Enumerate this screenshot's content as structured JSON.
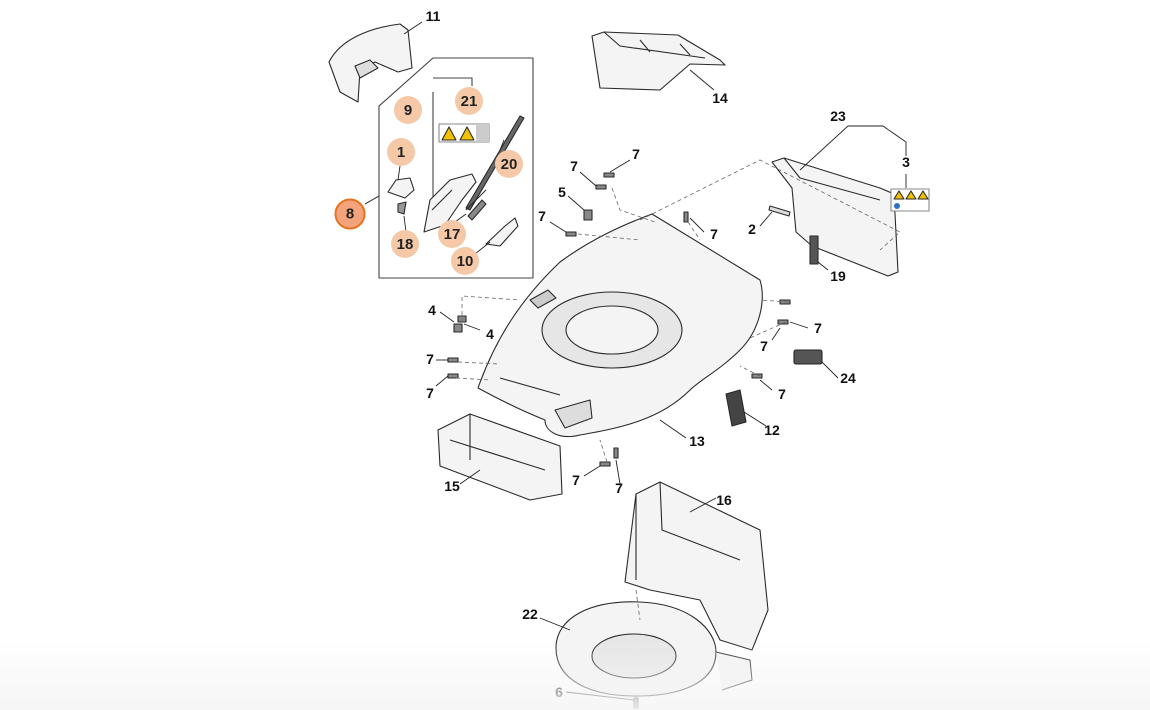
{
  "diagram": {
    "selected_badge": "8",
    "badges": [
      {
        "id": "badge-9",
        "text": "9"
      },
      {
        "id": "badge-21",
        "text": "21"
      },
      {
        "id": "badge-1",
        "text": "1"
      },
      {
        "id": "badge-20",
        "text": "20"
      },
      {
        "id": "badge-8",
        "text": "8"
      },
      {
        "id": "badge-17",
        "text": "17"
      },
      {
        "id": "badge-18",
        "text": "18"
      },
      {
        "id": "badge-10",
        "text": "10"
      }
    ],
    "labels": {
      "p11": "11",
      "p14": "14",
      "p23": "23",
      "p3": "3",
      "p7a": "7",
      "p7b": "7",
      "p5": "5",
      "p7c": "7",
      "p7d": "7",
      "p2": "2",
      "p19": "19",
      "p4a": "4",
      "p4b": "4",
      "p7e": "7",
      "p7f": "7",
      "p7g": "7",
      "p7h": "7",
      "p24": "24",
      "p7i": "7",
      "p12": "12",
      "p13": "13",
      "p7j": "7",
      "p7k": "7",
      "p15": "15",
      "p16": "16",
      "p22": "22",
      "p6": "6"
    }
  }
}
